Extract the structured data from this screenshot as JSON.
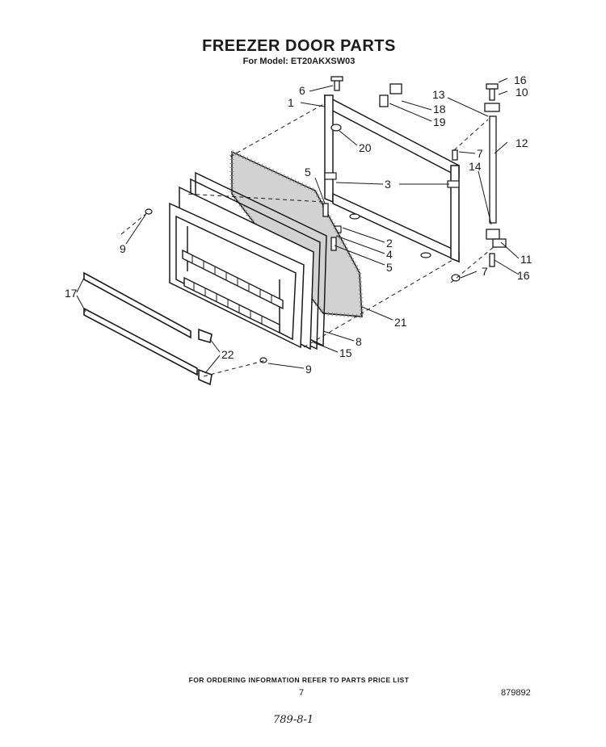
{
  "header": {
    "title": "FREEZER DOOR PARTS",
    "model": "For Model: ET20AKXSW03"
  },
  "callouts": [
    "1",
    "2",
    "3",
    "4",
    "5",
    "5",
    "6",
    "7",
    "7",
    "8",
    "9",
    "9",
    "10",
    "11",
    "12",
    "13",
    "14",
    "15",
    "16",
    "16",
    "17",
    "18",
    "19",
    "20",
    "21",
    "22"
  ],
  "footer": {
    "note": "FOR ORDERING INFORMATION REFER TO PARTS PRICE LIST",
    "page_number": "7",
    "doc_number": "879892",
    "handwritten": "789-8-1"
  }
}
